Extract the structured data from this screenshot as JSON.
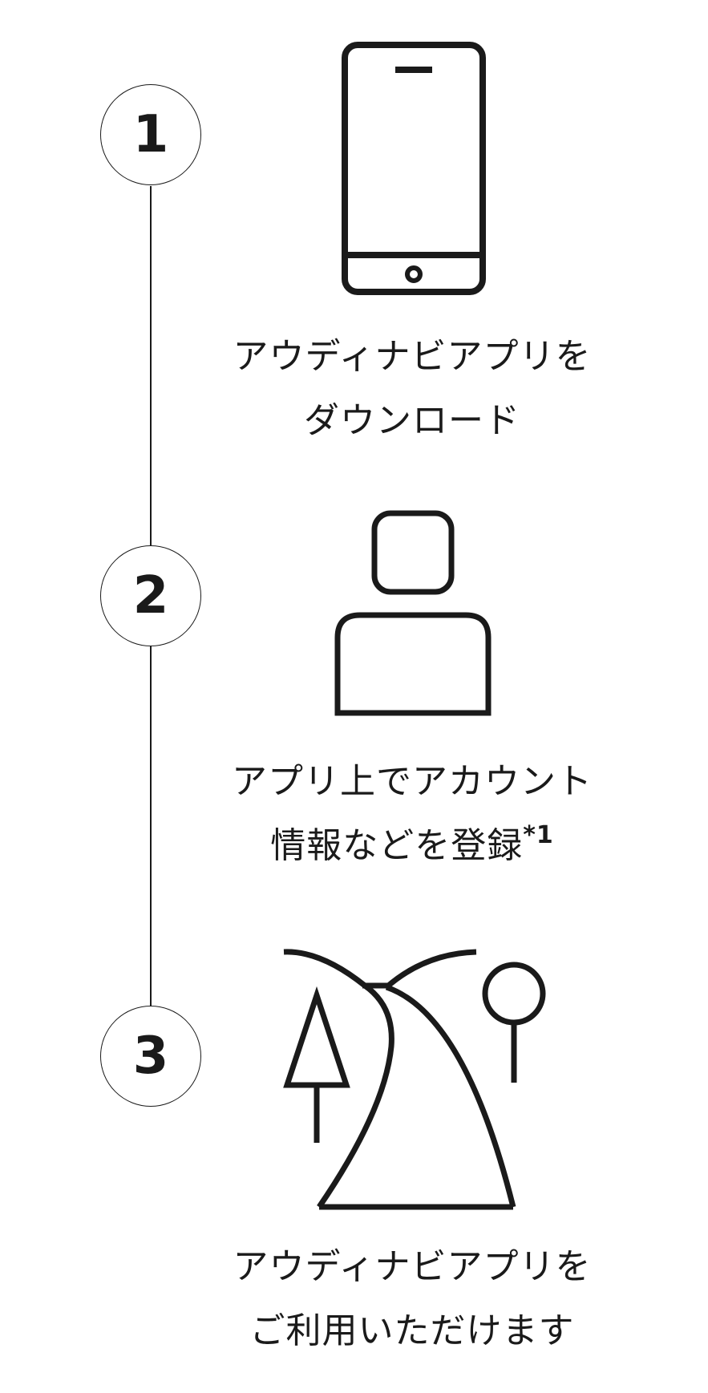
{
  "colors": {
    "stroke": "#1a1a1a",
    "background": "#ffffff"
  },
  "steps": [
    {
      "number": "1",
      "icon": "smartphone-icon",
      "caption_line1": "アウディナビアプリを",
      "caption_line2": "ダウンロード"
    },
    {
      "number": "2",
      "icon": "user-account-icon",
      "caption_line1": "アプリ上でアカウント",
      "caption_line2": "情報などを登録",
      "footnote": "*1"
    },
    {
      "number": "3",
      "icon": "road-landscape-icon",
      "caption_line1": "アウディナビアプリを",
      "caption_line2": "ご利用いただけます"
    }
  ]
}
